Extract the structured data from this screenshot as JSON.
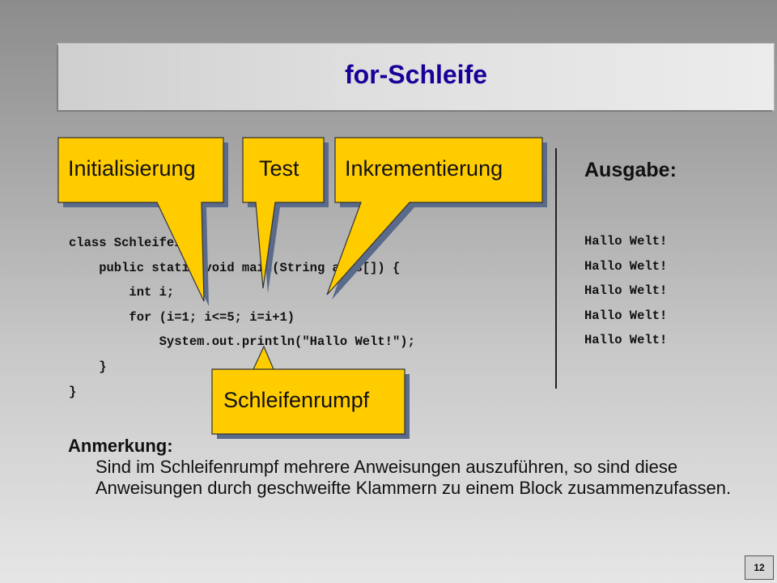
{
  "slide": {
    "title": "for-Schleife",
    "code_lines": [
      "class Schleife1 {",
      "    public static void main(String args[]) {",
      "        int i;",
      "        for (i=1; i<=5; i=i+1)",
      "            System.out.println(\"Hallo Welt!\");",
      "    }",
      "}"
    ],
    "output": {
      "heading": "Ausgabe:",
      "lines": [
        "Hallo Welt!",
        "Hallo Welt!",
        "Hallo Welt!",
        "Hallo Welt!",
        "Hallo Welt!"
      ]
    },
    "callouts": {
      "init": "Initialisierung",
      "test": "Test",
      "increment": "Inkrementierung",
      "body": "Schleifenrumpf"
    },
    "note": {
      "heading": "Anmerkung:",
      "body": "Sind im Schleifenrumpf mehrere Anweisungen auszuführen, so sind diese Anweisungen durch geschweifte Klammern zu einem Block zusammenzufassen."
    },
    "page_number": "12"
  },
  "colors": {
    "title": "#1a0099",
    "callout_fill": "#ffcc00",
    "callout_stroke": "#333333",
    "shadow": "#5a6a8a"
  }
}
